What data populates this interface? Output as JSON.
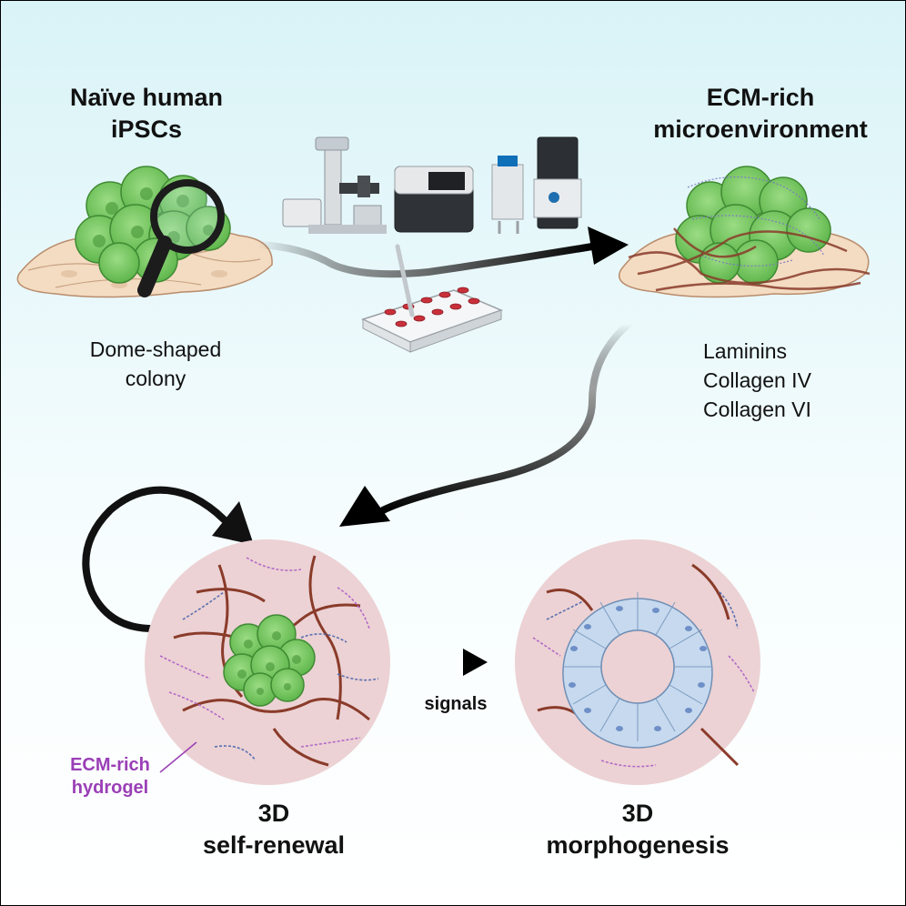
{
  "labels": {
    "naive_title_line1": "Naïve human",
    "naive_title_line2": "iPSCs",
    "ecm_title_line1": "ECM-rich",
    "ecm_title_line2": "microenvironment",
    "colony_line1": "Dome-shaped",
    "colony_line2": "colony",
    "proteins": [
      "Laminins",
      "Collagen IV",
      "Collagen VI"
    ],
    "hydrogel_line1": "ECM-rich",
    "hydrogel_line2": "hydrogel",
    "signals": "signals",
    "self_renewal_line1": "3D",
    "self_renewal_line2": "self-renewal",
    "morphogenesis_line1": "3D",
    "morphogenesis_line2": "morphogenesis"
  },
  "colors": {
    "background_top": "#d9f3f7",
    "stem_cell_green": "#7fcf6a",
    "hydrogel_pink": "#ecd2d4",
    "epithelium_blue": "#c6d9ee",
    "collagen_brown": "#8a3b2a",
    "laminin_purple": "#b46ac8",
    "hydrogel_label_purple": "#9a3fb6",
    "fibroblast_beige": "#f3dcc2"
  }
}
